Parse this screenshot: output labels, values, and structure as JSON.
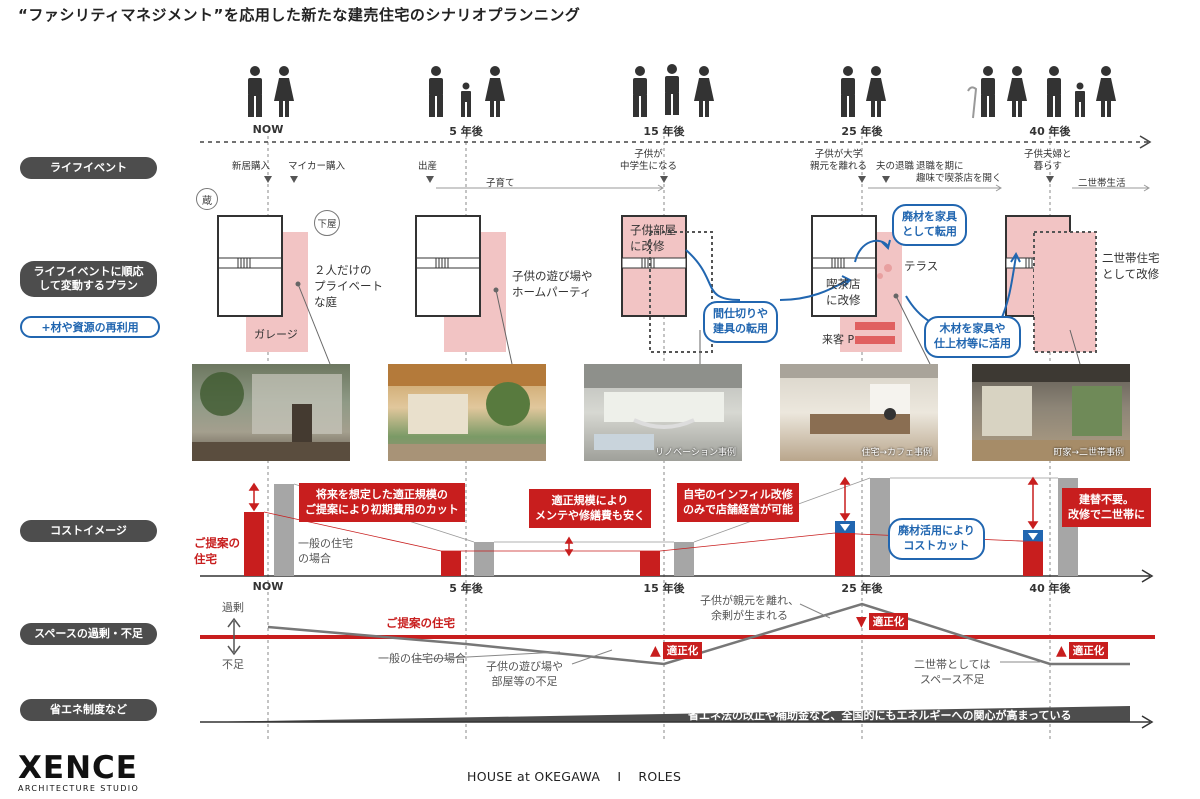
{
  "title": "“ファシリティマネジメント”を応用した新たな建売住宅のシナリオプランニング",
  "stages": [
    "NOW",
    "5 年後",
    "15 年後",
    "25 年後",
    "40 年後"
  ],
  "row_labels": {
    "life_event": "ライフイベント",
    "plan": "ライフイベントに順応\nして変動するプラン",
    "reuse": "+材や資源の再利用",
    "cost": "コストイメージ",
    "space": "スペースの過剰・不足",
    "energy": "省エネ制度など"
  },
  "events": {
    "new_home": "新居購入",
    "car": "マイカー購入",
    "birth": "出産",
    "childcare": "子育て",
    "middle_school": "子供が\n中学生になる",
    "leave_home": "子供が大学\n親元を離れる",
    "retire": "夫の退職",
    "cafe": "退職を期に\n趣味で喫茶店を開く",
    "live_with": "子供夫婦と\n暮らす",
    "two_gen": "二世帯生活"
  },
  "tags": {
    "storehouse": "蔵",
    "lower_house": "下屋"
  },
  "plans": {
    "now_note": "２人だけの\nプライベート\nな庭",
    "garage": "ガレージ",
    "y5_note": "子供の遊び場や\nホームパーティ",
    "kids_room": "子供部屋\nに改修",
    "cafe_room": "喫茶店\nに改修",
    "terrace": "テラス",
    "guest": "来客 P",
    "two_gen_note": "二世帯住宅\nとして改修"
  },
  "reuse_notes": {
    "partition": "間仕切りや\n建具の転用",
    "furniture": "廃材を家具\nとして転用",
    "wood": "木材を家具や\n仕上材等に活用"
  },
  "photo_captions": [
    "リノベーション事例",
    "住宅→カフェ事例",
    "町家→二世帯事例"
  ],
  "cost": {
    "note1": "将来を想定した適正規模の\nご提案により初期費用のカット",
    "note2": "適正規模により\nメンテや修繕費も安く",
    "note3": "自宅のインフィル改修\nのみで店舗経営が可能",
    "note4": "建替不要。\n改修で二世帯に",
    "note5": "廃材活用により\nコストカット",
    "proposed": "ご提案の\n住宅",
    "general": "一般の住宅\nの場合"
  },
  "space": {
    "excess": "過剰",
    "shortage": "不足",
    "proposed": "ご提案の住宅",
    "general": "一般の住宅の場合",
    "note1": "子供の遊び場や\n部屋等の不足",
    "note2": "子供が親元を離れ、\n余剰が生まれる",
    "note3": "二世帯としては\nスペース不足",
    "adjust": "適正化"
  },
  "energy_note": "省エネ法の改正や補助金など、全国的にもエネルギーへの関心が高まっている",
  "logo": {
    "main": "XENCE",
    "sub": "ARCHITECTURE STUDIO"
  },
  "footer": "HOUSE at OKEGAWA　 I　 ROLES",
  "colors": {
    "red": "#c81e1e",
    "blue": "#2166b0",
    "pink": "#f2c4c4",
    "dark": "#4d4d4d",
    "gray": "#a6a6a6"
  }
}
